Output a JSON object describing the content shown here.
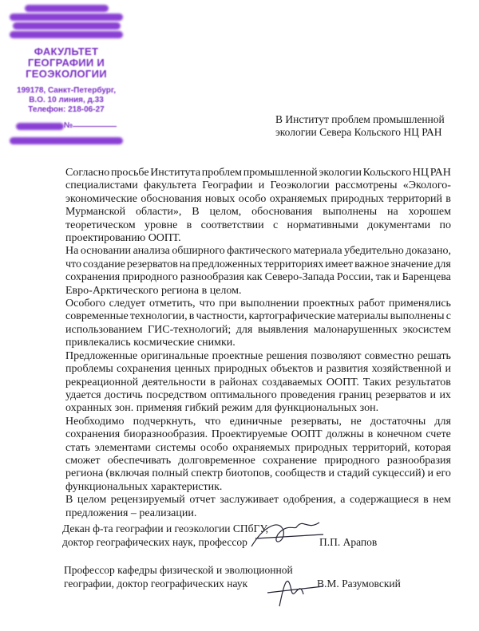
{
  "stamp": {
    "title_lines": [
      "ФАКУЛЬТЕТ",
      "ГЕОГРАФИИ И",
      "ГЕОЭКОЛОГИИ"
    ],
    "address_lines": [
      "199178, Санкт-Петербург,",
      "В.О. 10 линия, д.33",
      "Телефон: 218-06-27"
    ],
    "number_label": "№"
  },
  "addressee": [
    "В Институт проблем промышленной",
    "экологии Севера Кольского НЦ РАН"
  ],
  "paragraphs": [
    [
      "Согласно просьбе Института проблем промышленной экологии Кольского НЦ РАН",
      "специалистами факультета Географии и Геоэкологии рассмотрены «Эколого-",
      "экономические обоснования новых особо охраняемых природных территорий в",
      "Мурманской области»,    В целом, обоснования выполнены на хорошем",
      "теоретическом уровне в соответствии с нормативными документами  по",
      "проектированию ООПТ."
    ],
    [
      "На основании анализа обширного фактического материала убедительно доказано,",
      "что создание резерватов на предложенных территориях имеет важное значение для",
      "сохранения природного  разнообразия как Северо-Запада России, так и Баренцева",
      "Евро-Арктического региона в целом."
    ],
    [
      "Особого  следует отметить, что при выполнении проектных работ применялись",
      "современные технологии, в частности, картографические материалы выполнены с",
      "использованием ГИС-технологий; для выявления  малонарушенных  экосистем",
      "привлекались космические снимки."
    ],
    [
      "Предложенные оригинальные проектные решения позволяют совместно решать",
      "проблемы сохранения ценных природных объектов и развития хозяйственной и",
      "рекреационной деятельности в районах создаваемых ООПТ. Таких результатов",
      "удается достичь посредством оптимального проведения границ резерватов и их",
      "охранных зон. применяя гибкий режим для функциональных зон."
    ],
    [
      "Необходимо подчеркнуть, что единичные резерваты,   не достаточны для",
      "сохранения биоразнообразия.  Проектируемые ООПТ должны в конечном счете",
      "стать элементами системы особо охраняемых природных территорий, которая",
      "сможет обеспечивать долговременное сохранение природного разнообразия",
      "региона (включая полный спектр биотопов, сообществ и стадий сукцессий) и его",
      "функциональных характеристик."
    ],
    [
      "В целом рецензируемый отчет заслуживает одобрения, а содержащиеся в нем",
      "предложения – реализации."
    ]
  ],
  "signatures": [
    {
      "lines": [
        "Декан ф-та географии и геоэкологии СПбГУ,",
        "доктор географических наук, профессор"
      ],
      "name": "П.П. Арапов"
    },
    {
      "lines": [
        "Профессор кафедры физической и эволюционной",
        "географии, доктор географических наук"
      ],
      "name": "В.М. Разумовский"
    }
  ],
  "colors": {
    "stamp": "#7a2fc4",
    "text": "#1a1a1a"
  }
}
